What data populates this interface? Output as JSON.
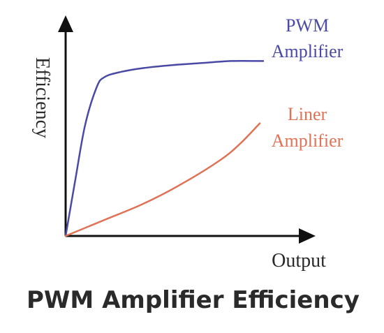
{
  "caption": "PWM Amplifier Efficiency",
  "colors": {
    "axis": "#111111",
    "pwm": "#4a4aa6",
    "liner": "#e07256",
    "text": "#2a2a2a"
  },
  "chart_data": {
    "type": "line",
    "title": "",
    "xlabel": "Output",
    "ylabel": "Efficiency",
    "xlim": [
      0,
      1
    ],
    "ylim": [
      0,
      1
    ],
    "grid": false,
    "legend": "inline labels at line ends",
    "series": [
      {
        "name_lines": [
          "PWM",
          "Amplifier"
        ],
        "color": "#4a4aa6",
        "points": [
          [
            0,
            0
          ],
          [
            0.05,
            0.28
          ],
          [
            0.1,
            0.55
          ],
          [
            0.16,
            0.74
          ],
          [
            0.2,
            0.79
          ],
          [
            0.28,
            0.815
          ],
          [
            0.4,
            0.835
          ],
          [
            0.55,
            0.85
          ],
          [
            0.7,
            0.86
          ],
          [
            0.85,
            0.87
          ],
          [
            1,
            0.87
          ]
        ]
      },
      {
        "name_lines": [
          "Liner",
          "Amplifier"
        ],
        "color": "#e07256",
        "points": [
          [
            0,
            0
          ],
          [
            0.2,
            0.08
          ],
          [
            0.4,
            0.16
          ],
          [
            0.6,
            0.26
          ],
          [
            0.8,
            0.38
          ],
          [
            0.9,
            0.46
          ],
          [
            1,
            0.56
          ]
        ]
      }
    ]
  }
}
